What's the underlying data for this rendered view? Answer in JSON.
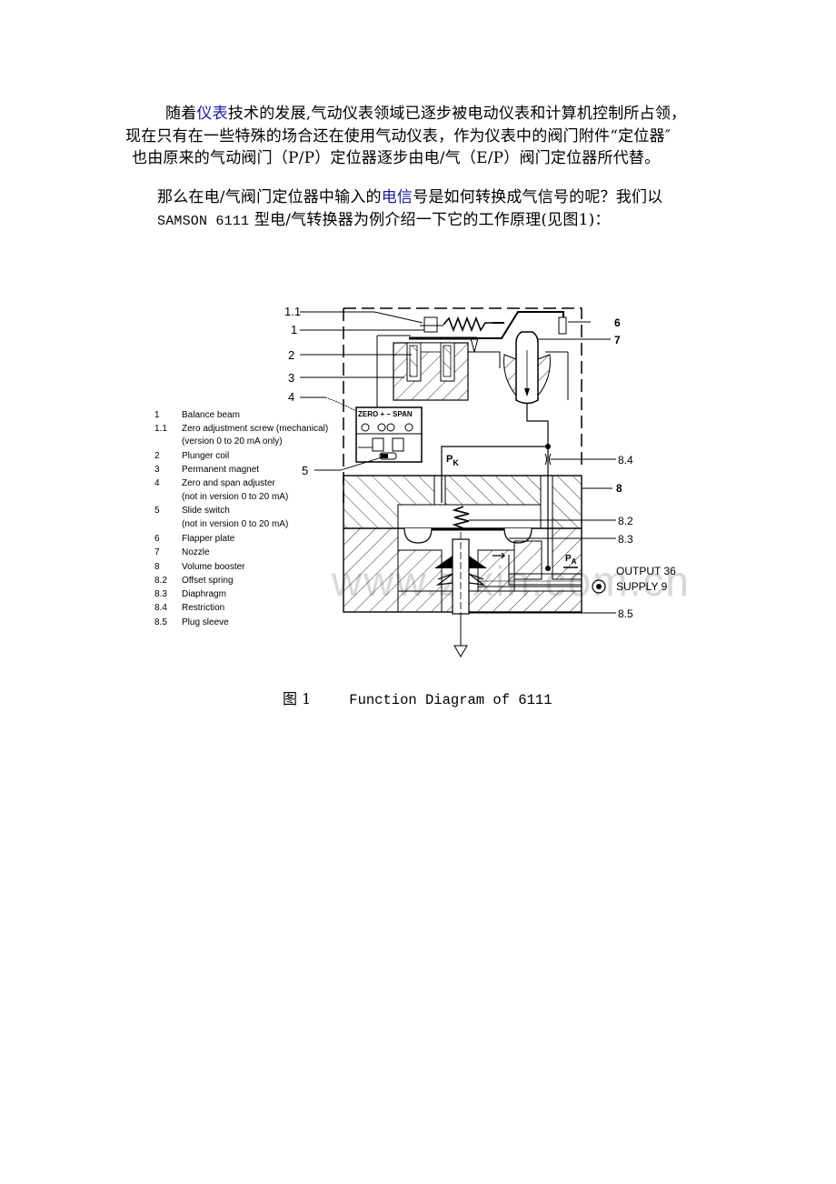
{
  "paragraph1": {
    "line1_pre": "随着",
    "line1_link": "仪表",
    "line1_post": "技术的发展,气动仪表领域已逐步被电动仪表和计算机控制所占领，",
    "line2": "现在只有在一些特殊的场合还在使用气动仪表，作为仪表中的阀门附件“定位器″",
    "line3": "也由原来的气动阀门（P/P）定位器逐步由电/气（E/P）阀门定位器所代替。"
  },
  "paragraph2": {
    "line1_pre": "那么在电/气阀门定位器中输入的",
    "line1_link": "电信",
    "line1_post": "号是如何转换成气信号的呢？我们以",
    "line2_mono": "SAMSON 6111",
    "line2_post": " 型电/气转换器为例介绍一下它的工作原理(见图1)："
  },
  "diagram": {
    "callouts_left": [
      "1.1",
      "1",
      "2",
      "3",
      "4",
      "5"
    ],
    "callouts_right": [
      "6",
      "7",
      "8.4",
      "8",
      "8.2",
      "8.3",
      "8.5"
    ],
    "adjuster_label": "ZERO + – SPAN",
    "pk_label": "P",
    "pk_sub": "K",
    "pa_label": "P",
    "pa_sub": "A",
    "output_label": "OUTPUT 36",
    "supply_label": "SUPPLY 9",
    "watermark": "www.zixin.com.cn",
    "legend": [
      {
        "num": "1",
        "text": "Balance beam"
      },
      {
        "num": "1.1",
        "text": "Zero adjustment screw (mechanical)"
      },
      {
        "num": "",
        "text": "(version 0 to 20 mA only)"
      },
      {
        "num": "2",
        "text": "Plunger coil"
      },
      {
        "num": "3",
        "text": "Permanent magnet"
      },
      {
        "num": "4",
        "text": "Zero and span adjuster"
      },
      {
        "num": "",
        "text": "(not in version 0 to 20 mA)"
      },
      {
        "num": "5",
        "text": "Slide switch"
      },
      {
        "num": "",
        "text": "(not in version 0 to 20 mA)"
      },
      {
        "num": "6",
        "text": "Flapper plate"
      },
      {
        "num": "7",
        "text": "Nozzle"
      },
      {
        "num": "8",
        "text": "Volume booster"
      },
      {
        "num": "8.2",
        "text": "Offset spring"
      },
      {
        "num": "8.3",
        "text": "Diaphragm"
      },
      {
        "num": "8.4",
        "text": "Restriction"
      },
      {
        "num": "8.5",
        "text": "Plug sleeve"
      }
    ]
  },
  "caption": {
    "figure": "图 1",
    "title": "Function Diagram of 6111"
  }
}
